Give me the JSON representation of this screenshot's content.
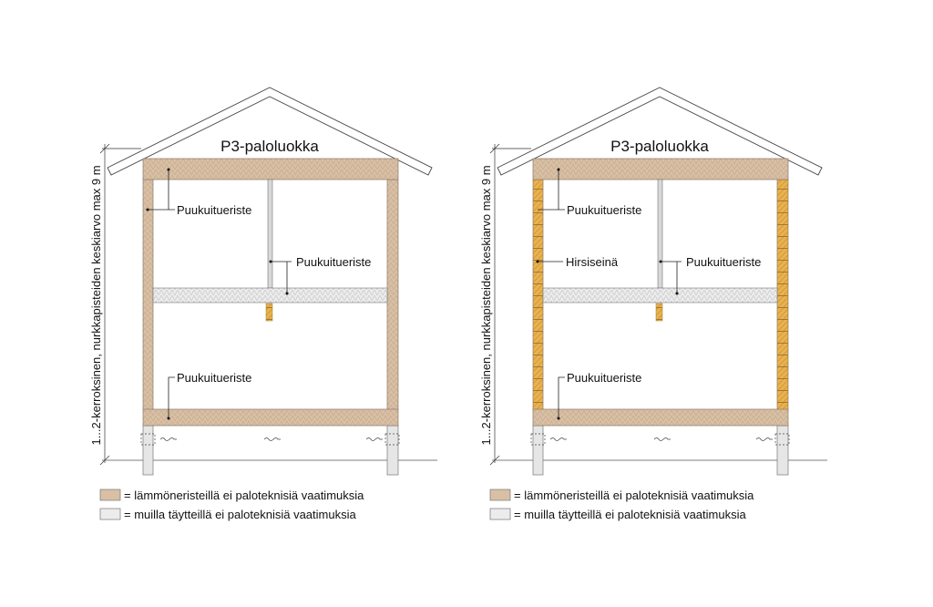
{
  "diagrams": [
    {
      "title": "P3-paloluokka",
      "dimension_label": "1...2-kerroksinen, nurkkapisteiden keskiarvo max 9 m",
      "labels": {
        "roof_insulation": "Puukuitueriste",
        "wall": "",
        "partition_floor": "Puukuitueriste",
        "base_floor": "Puukuitueriste"
      },
      "wall_type": "insulated",
      "legend": [
        {
          "text": "= lämmöneristeillä ei paloteknisiä vaatimuksia",
          "color": "#d9c0a5"
        },
        {
          "text": "= muilla täytteillä ei paloteknisiä vaatimuksia",
          "color": "#ececec"
        }
      ]
    },
    {
      "title": "P3-paloluokka",
      "dimension_label": "1...2-kerroksinen, nurkkapisteiden keskiarvo max 9 m",
      "labels": {
        "roof_insulation": "Puukuitueriste",
        "wall": "Hirsiseinä",
        "partition_floor": "Puukuitueriste",
        "base_floor": "Puukuitueriste"
      },
      "wall_type": "log",
      "legend": [
        {
          "text": "= lämmöneristeillä ei paloteknisiä vaatimuksia",
          "color": "#d9c0a5"
        },
        {
          "text": "= muilla täytteillä ei paloteknisiä vaatimuksia",
          "color": "#ececec"
        }
      ]
    }
  ],
  "colors": {
    "insulation": "#d9c0a5",
    "fill": "#ececec",
    "log": "#e9b24e"
  }
}
